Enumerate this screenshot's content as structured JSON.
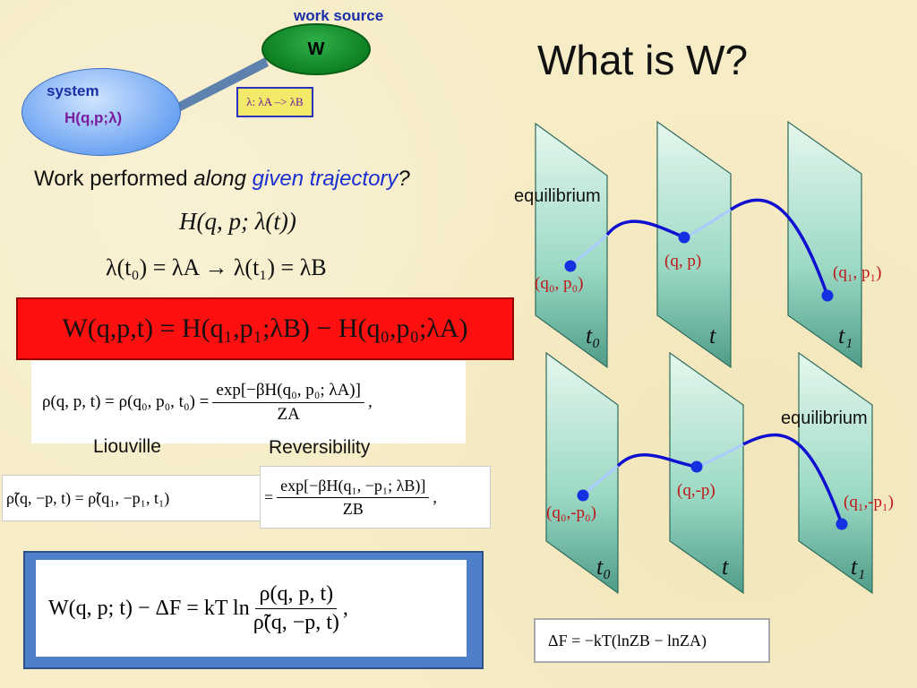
{
  "slide": {
    "title": "What is W?",
    "work_source_label": "work source",
    "w_node": "W",
    "system_label": "system",
    "system_h": "H(q,p;λ)",
    "lambda_box": "λ: λA –> λB",
    "work_text_a": "Work performed ",
    "work_text_b": "along",
    "work_text_c": " given trajectory",
    "work_text_d": "?",
    "eq_hamiltonian": "H(q, p; λ(t))",
    "eq_lambda": "λ(t₀) = λA  →  λ(t₁) = λB",
    "eq_work": "W(q,p,t) = H(q₁,p₁;λB) − H(q₀,p₀;λA)",
    "eq_rho_lhs": "ρ(q, p, t) = ρ(q₀, p₀, t₀) =",
    "eq_rho_num": "exp[−βH(q₀, p₀; λA)]",
    "eq_rho_den": "ZA",
    "label_liouville": "Liouville",
    "label_reversibility": "Reversibility",
    "eq_rhotilde_lhs": "ρ̃(q, −p, t) = ρ̃(q₁, −p₁, t₁)",
    "eq_rhotilde_num": "exp[−βH(q₁, −p₁; λB)]",
    "eq_rhotilde_den": "ZB",
    "eq_crooks_lhs": "W(q, p; t) − ΔF = kT ln",
    "eq_crooks_num": "ρ(q, p, t)",
    "eq_crooks_den": "ρ̃(q, −p, t)",
    "eq_deltaF": "ΔF = −kT(lnZB − lnZA)"
  },
  "diagram": {
    "top": {
      "equilibrium": "equilibrium",
      "p0_label": "(q₀, p₀)",
      "p_label": "(q, p)",
      "p1_label": "(q₁, p₁)",
      "t0": "t₀",
      "t": "t",
      "t1": "t₁"
    },
    "bottom": {
      "equilibrium": "equilibrium",
      "p0_label": "(q₀,-p₀)",
      "p_label": "(q,-p)",
      "p1_label": "(q₁,-p₁)",
      "t0": "t₀",
      "t": "t",
      "t1": "t₁"
    },
    "colors": {
      "plane_fill": "#8fd3bf",
      "curve": "#1010d0",
      "curve_light": "#9fc4ff",
      "label": "#c01818"
    }
  }
}
